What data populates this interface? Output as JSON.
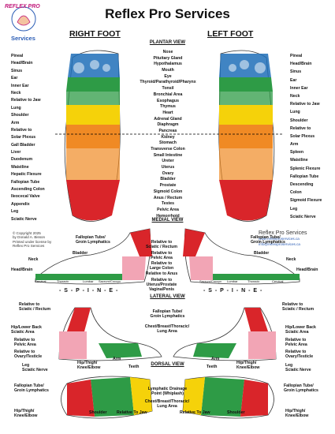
{
  "title": "Reflex Pro Services",
  "logo": {
    "line1": "REFLEX PRO",
    "line2": "Services"
  },
  "headers": {
    "right_foot": "RIGHT FOOT",
    "left_foot": "LEFT FOOT"
  },
  "sections": {
    "plantar": "PLANTAR VIEW",
    "medial": "MEDIAL VIEW",
    "lateral": "LATERAL VIEW",
    "dorsal": "DORSAL VIEW"
  },
  "plantar_left_labels": [
    "Pineal",
    "Head/Brain",
    "Sinus",
    "Ear",
    "Inner Ear",
    "Neck",
    "Relative to Jaw",
    "Lung",
    "Shoulder",
    "Arm",
    "Relative to",
    "Solar Plexus",
    "Gall Bladder",
    "Liver",
    "Duodenum",
    "Waistline",
    "Hepatic Flexure",
    "Fallopian Tube",
    "Ascending Colon",
    "Ileocecal Valve",
    "Appendix",
    "Leg",
    "Sciatic Nerve"
  ],
  "plantar_right_labels": [
    "Pineal",
    "Head/Brain",
    "Sinus",
    "Ear",
    "Inner Ear",
    "Neck",
    "Relative to Jaw",
    "Lung",
    "Shoulder",
    "Relative to",
    "Solar Plexus",
    "Arm",
    "Spleen",
    "Waistline",
    "Splenic Flexure",
    "Fallopian Tube",
    "Descending",
    "Colon",
    "Sigmoid Flexure",
    "Leg",
    "Sciatic Nerve"
  ],
  "plantar_center_labels": [
    "Nose",
    "Pituitary Gland",
    "Hypothalamus",
    "Mouth",
    "Eye",
    "Thyroid/Parathyroid/Pharynx",
    "Tonsil",
    "Bronchial Area",
    "Esophagus",
    "Thymus",
    "Heart",
    "Adrenal Gland",
    "Diaphragm",
    "Pancreas",
    "Kidney",
    "Stomach",
    "Transverse Colon",
    "Small Intestine",
    "Ureter",
    "Uterus",
    "Ovary",
    "Bladder",
    "Prostate",
    "Sigmoid Colon",
    "Anus / Rectum",
    "Testes",
    "Pelvic Area",
    "Hemorrhoid"
  ],
  "copyright": [
    "© Copyright 2025",
    "by Donald A. Bisson",
    "Printed under license by",
    "Reflex Pro Services"
  ],
  "brand": [
    "Reflex Pro Services",
    "www.reflexproservices.ca",
    "info@reflexproservices.ca"
  ],
  "medial_labels": {
    "top_center": [
      "Relative to",
      "Sciatic / Rectum"
    ],
    "top_center2": [
      "Relative to",
      "Pelvic Area"
    ],
    "mid_center": [
      "Relative to",
      "Large Colon"
    ],
    "mid_center2": [
      "Relative to Anus"
    ],
    "mid_center3": [
      "Relative to",
      "Uterus/Prostate",
      "Vagina/Penis"
    ],
    "fallopian_left": [
      "Fallopian Tube/",
      "Groin Lymphatics"
    ],
    "fallopian_right": [
      "Fallopian Tube/",
      "Groin Lymphatics"
    ],
    "bladder_left": "Bladder",
    "bladder_right": "Bladder",
    "neck_left": "Neck",
    "neck_right": "Neck",
    "head_left": "Head/Brain",
    "head_right": "Head/Brain",
    "spine": "- S - P - I - N - E -",
    "spine_parts": [
      "Cervical",
      "Thoracic",
      "Lumbar",
      "Sacrum/Coccyx"
    ]
  },
  "lateral_labels": {
    "sciatic_left": [
      "Relative to",
      "Sciatic / Rectum"
    ],
    "sciatic_right": [
      "Relative to",
      "Sciatic / Rectum"
    ],
    "hip_left": [
      "Hip/Lower Back",
      "Sciatic Area"
    ],
    "hip_right": [
      "Hip/Lower Back",
      "Sciatic Area"
    ],
    "pelvic_left": [
      "Relative to",
      "Pelvic Area"
    ],
    "pelvic_right": [
      "Relative to",
      "Pelvic Area"
    ],
    "ovary_left": [
      "Relative to",
      "Ovary/Testicle"
    ],
    "ovary_right": [
      "Relative to",
      "Ovary/Testicle"
    ],
    "leg_left": [
      "Leg",
      "Sciatic Nerve"
    ],
    "leg_right": [
      "Leg",
      "Sciatic Nerve"
    ],
    "fallopian": [
      "Fallopian Tube/",
      "Groin Lymphatics"
    ],
    "chest": [
      "Chest/Breast/Thoracic/",
      "Lung Area"
    ],
    "arm_left": "Arm",
    "arm_right": "Arm",
    "hip_knee_left": [
      "Hip/Thigh/",
      "Knee/Elbow"
    ],
    "hip_knee_right": [
      "Hip/Thigh/",
      "Knee/Elbow"
    ]
  },
  "dorsal_labels": {
    "teeth_left": "Teeth",
    "teeth_right": "Teeth",
    "fallopian_left": [
      "Fallopian Tube/",
      "Groin Lymphatics"
    ],
    "fallopian_right": [
      "Fallopian Tube/",
      "Groin Lymphatics"
    ],
    "lymph": [
      "Lymphatic Drainage",
      "Point (Whiplash)"
    ],
    "chest": [
      "Chest/Breast/Thoracic/",
      "Lung Area"
    ],
    "hip_left": [
      "Hip/Thigh/",
      "Knee/Elbow"
    ],
    "hip_right": [
      "Hip/Thigh/",
      "Knee/Elbow"
    ],
    "shoulder_left": "Shoulder",
    "shoulder_right": "Shoulder",
    "jaw_left": "Relative To Jaw",
    "jaw_right": "Relative To Jaw"
  },
  "colors": {
    "red": "#d9252a",
    "orange": "#f08a24",
    "yellow": "#f5d20a",
    "green": "#2e9b46",
    "blue": "#1f6fb8",
    "pink": "#f2a5b5"
  }
}
